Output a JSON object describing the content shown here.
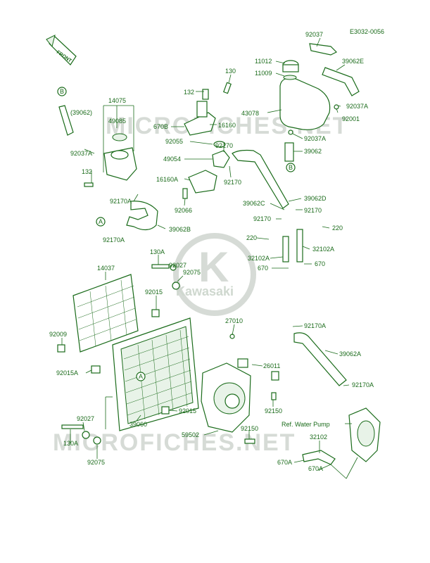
{
  "doc_code": "E3032-0056",
  "front_label": "FRONT",
  "watermark": {
    "text": "MICROFICHES.NET",
    "logo_word": "Kawasaki",
    "logo_letter": "K"
  },
  "refs": {
    "ref_water_pump": "Ref. Water Pump"
  },
  "circle_refs": {
    "a": "A",
    "b": "B"
  },
  "parts": {
    "p92037": "92037",
    "p11012": "11012",
    "p11009": "11009",
    "p39062E": "39062E",
    "p43078": "43078",
    "p92037A_r": "92037A",
    "p92001": "92001",
    "p92037A_m": "92037A",
    "p39062_r": "39062",
    "p130": "130",
    "p132_t": "132",
    "p14075": "14075",
    "p39062_paren": "(39062)",
    "p49085": "49085",
    "p670B": "670B",
    "p16160": "16160",
    "p92037A_l": "92037A",
    "p92055": "92055",
    "p49054": "49054",
    "p92170_c": "92170",
    "p132_l": "132",
    "p16160A": "16160A",
    "p92170_c2": "92170",
    "p92170A_l": "92170A",
    "p92066": "92066",
    "p39062D": "39062D",
    "p39062C": "39062C",
    "p92170_r": "92170",
    "p39062B": "39062B",
    "p92170_r2": "92170",
    "p220_r": "220",
    "p92170A_b": "92170A",
    "p220_l": "220",
    "p32102A": "32102A",
    "p130A_t": "130A",
    "p32102A_2": "32102A",
    "p92027_t": "92027",
    "p670_l": "670",
    "p670_r": "670",
    "p14037": "14037",
    "p92075_t": "92075",
    "p92015_t": "92015",
    "p27010": "27010",
    "p92170A_r": "92170A",
    "p92009": "92009",
    "p39062A": "39062A",
    "p92015A": "92015A",
    "p26011": "26011",
    "p92170A_r2": "92170A",
    "p92150_a": "92150",
    "p39060": "39060",
    "p92015_b": "92015",
    "p92027_b": "92027",
    "p92150_b": "92150",
    "p59502": "59502",
    "p130A_b": "130A",
    "p32102": "32102",
    "p92075_b": "92075",
    "p670A_l": "670A",
    "p670A_b": "670A"
  }
}
